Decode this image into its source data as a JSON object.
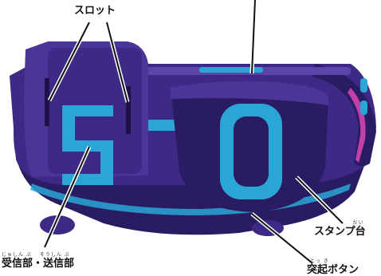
{
  "labels": {
    "slot": "スロット",
    "stamp_pad_ruby": "だい",
    "stamp_pad": "スタンプ台",
    "receiver_ruby": "じゅしん ぶ　 そうしん ぶ",
    "receiver_sender": "受信部・送信部",
    "button_ruby": "とっ き",
    "button": "突起ボタン"
  },
  "display_digits": [
    "5",
    "0"
  ],
  "colors": {
    "body": "#3d2a86",
    "body_dark": "#2a1c63",
    "body_light": "#5a45ab",
    "accent_cyan": "#2aa6d6",
    "accent_pink": "#c23fa7"
  }
}
